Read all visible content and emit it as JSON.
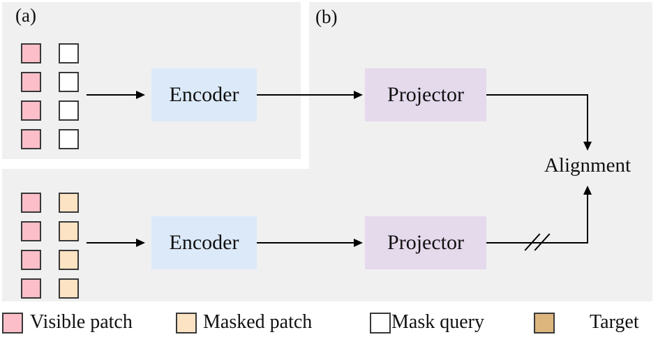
{
  "figure": {
    "panel_a_label": "(a)",
    "panel_b_label": "(b)",
    "encoder_top_label": "Encoder",
    "projector_top_label": "Projector",
    "encoder_bottom_label": "Encoder",
    "projector_bottom_label": "Projector",
    "alignment_label": "Alignment"
  },
  "patch_grids": {
    "panel_a": {
      "rows": 4,
      "columns": [
        "visible_patch",
        "mask_query"
      ]
    },
    "bottom": {
      "rows": 4,
      "columns": [
        "visible_patch",
        "masked_patch"
      ]
    }
  },
  "legend": {
    "items": [
      {
        "label": "Visible patch",
        "color": "#fcbfca",
        "key": "visible_patch"
      },
      {
        "label": "Masked patch",
        "color": "#fce3c3",
        "key": "masked_patch"
      },
      {
        "label": "Mask query",
        "color": "#ffffff",
        "key": "mask_query"
      },
      {
        "label": "Target",
        "color": "#ddb67e",
        "key": "target"
      }
    ]
  },
  "colors": {
    "panel_bg": "#f0f0f0",
    "visible_patch": "#fcbfca",
    "masked_patch": "#fce3c3",
    "mask_query": "#ffffff",
    "target": "#ddb67e",
    "encoder_box": "#dce9f8",
    "projector_box": "#e5d9ec",
    "patch_border": "#383838",
    "arrow": "#000000",
    "text": "#111111"
  }
}
